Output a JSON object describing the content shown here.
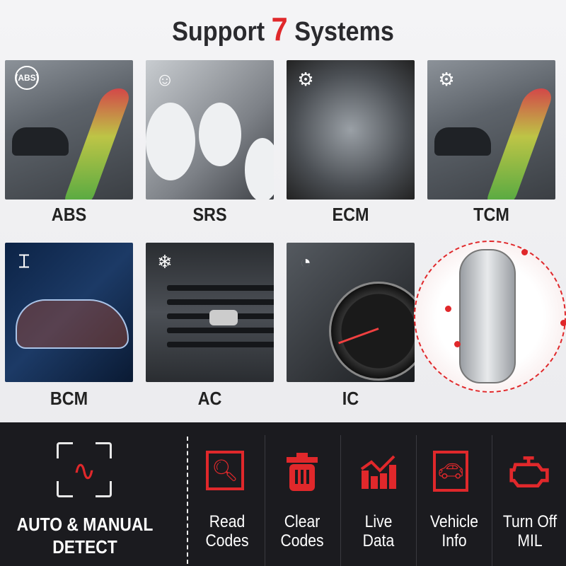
{
  "title": {
    "prefix": "Support",
    "number": "7",
    "suffix": "Systems"
  },
  "systems": [
    {
      "label": "ABS",
      "icon": "abs-icon",
      "icon_text": "(ABS)"
    },
    {
      "label": "SRS",
      "icon": "airbag-icon"
    },
    {
      "label": "ECM",
      "icon": "engine-icon"
    },
    {
      "label": "TCM",
      "icon": "transmission-gear-icon"
    },
    {
      "label": "BCM",
      "icon": "chassis-icon"
    },
    {
      "label": "AC",
      "icon": "snowflake-icon"
    },
    {
      "label": "IC",
      "icon": "gauge-icon"
    }
  ],
  "features": {
    "detect": {
      "label_line1": "AUTO & MANUAL",
      "label_line2": "DETECT",
      "icon": "heartbeat-scan-icon"
    },
    "items": [
      {
        "line1": "Read",
        "line2": "Codes",
        "icon": "read-codes-icon"
      },
      {
        "line1": "Clear",
        "line2": "Codes",
        "icon": "trash-icon"
      },
      {
        "line1": "Live",
        "line2": "Data",
        "icon": "chart-icon"
      },
      {
        "line1": "Vehicle",
        "line2": "Info",
        "icon": "vehicle-info-icon"
      },
      {
        "line1": "Turn Off",
        "line2": "MIL",
        "icon": "check-engine-icon"
      }
    ]
  },
  "colors": {
    "accent": "#e0282b",
    "panel": "#1b1b1f"
  }
}
